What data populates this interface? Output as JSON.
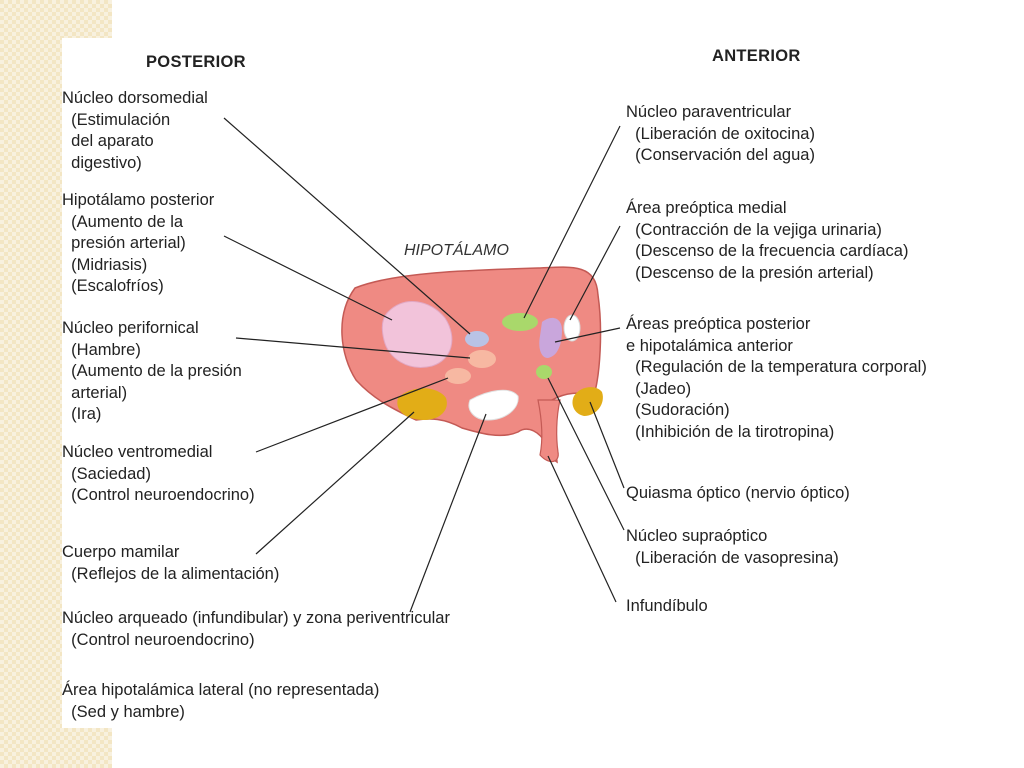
{
  "headings": {
    "posterior": "POSTERIOR",
    "anterior": "ANTERIOR",
    "organ": "HIPOTÁLAMO"
  },
  "colors": {
    "organ_fill": "#ef8a83",
    "organ_stroke": "#c45a55",
    "leader_line": "#222222",
    "region_pink": "#f2c3da",
    "region_blue": "#b9c3e6",
    "region_peach": "#f7b8a2",
    "region_yellow": "#e2ad17",
    "region_white": "#ffffff",
    "region_green": "#a9d86b",
    "region_lavender": "#c9a6dc"
  },
  "labels": {
    "dorsomedial": "Núcleo dorsomedial\n  (Estimulación\n  del aparato\n  digestivo)",
    "posterior_hypothalamus": "Hipotálamo posterior\n  (Aumento de la\n  presión arterial)\n  (Midriasis)\n  (Escalofríos)",
    "perifornical": "Núcleo perifornical\n  (Hambre)\n  (Aumento de la presión\n  arterial)\n  (Ira)",
    "ventromedial": "Núcleo ventromedial\n  (Saciedad)\n  (Control neuroendocrino)",
    "mamillary": "Cuerpo mamilar\n  (Reflejos de la alimentación)",
    "arcuate": "Núcleo arqueado (infundibular) y zona periventricular\n  (Control neuroendocrino)",
    "lateral": "Área hipotalámica lateral (no representada)\n  (Sed y hambre)",
    "paraventricular": "Núcleo paraventricular\n  (Liberación de oxitocina)\n  (Conservación del agua)",
    "medial_preoptic": "Área preóptica medial\n  (Contracción de la vejiga urinaria)\n  (Descenso de la frecuencia cardíaca)\n  (Descenso de la presión arterial)",
    "posterior_preoptic": "Áreas preóptica posterior\ne hipotalámica anterior\n  (Regulación de la temperatura corporal)\n  (Jadeo)\n  (Sudoración)\n  (Inhibición de la tirotropina)",
    "optic_chiasm": "Quiasma óptico (nervio óptico)",
    "supraoptic": "Núcleo supraóptico\n  (Liberación de vasopresina)",
    "infundibulum": "Infundíbulo"
  }
}
